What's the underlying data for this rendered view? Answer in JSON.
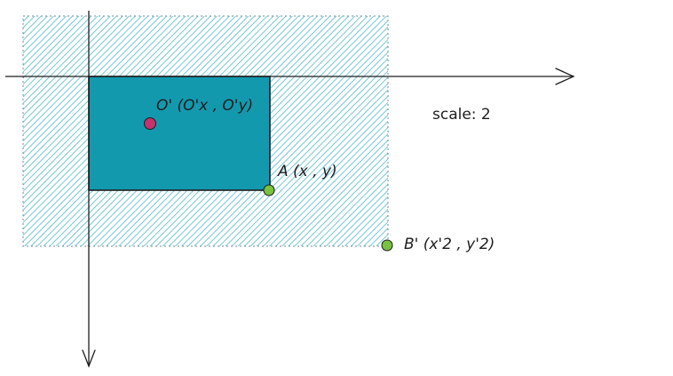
{
  "labels": {
    "o_prime": "O' (O'x , O'y)",
    "a_point": "A (x , y)",
    "b_prime": "B' (x'2 , y'2)",
    "scale": "scale: 2"
  },
  "colors": {
    "stroke": "#1e1e1e",
    "scaled_area": "#74c7d8",
    "original_area": "#1399ae",
    "origin_point": "#c2336f",
    "corner_points": "#79c141"
  }
}
